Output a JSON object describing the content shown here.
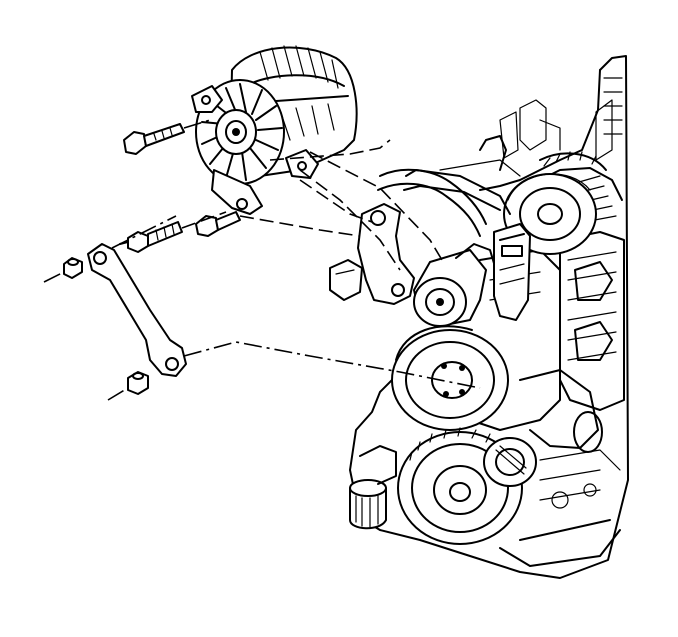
{
  "figure": {
    "background_color": "#ffffff",
    "line_color": "#000000",
    "parts": [
      {
        "name": "generator",
        "icon": "alternator-icon"
      },
      {
        "name": "generator-pulley",
        "icon": "pulley-icon"
      },
      {
        "name": "upper-mounting-bolt",
        "icon": "bolt-icon"
      },
      {
        "name": "rear-bolt",
        "icon": "bolt-icon"
      },
      {
        "name": "stud",
        "icon": "stud-icon"
      },
      {
        "name": "brace",
        "icon": "bracket-icon"
      },
      {
        "name": "brace-nut-upper",
        "icon": "nut-icon"
      },
      {
        "name": "brace-nut-lower",
        "icon": "nut-icon"
      },
      {
        "name": "engine-block",
        "icon": "engine-icon"
      },
      {
        "name": "belt-tensioner",
        "icon": "tensioner-icon"
      },
      {
        "name": "crankshaft-pulley",
        "icon": "pulley-icon"
      },
      {
        "name": "power-steering-pulley",
        "icon": "pulley-icon"
      },
      {
        "name": "oil-filter",
        "icon": "filter-icon"
      }
    ]
  }
}
